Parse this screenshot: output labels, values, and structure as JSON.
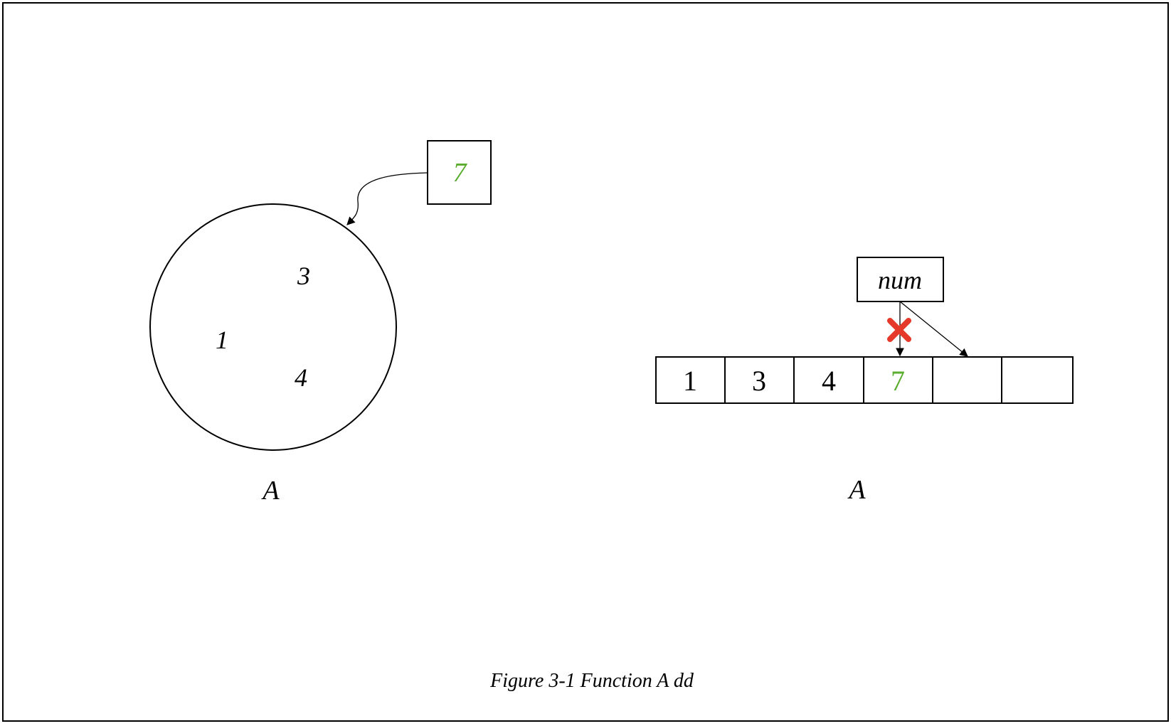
{
  "set_diagram": {
    "elements": [
      "3",
      "1",
      "4"
    ],
    "incoming_value": "7",
    "label": "A"
  },
  "array_diagram": {
    "pointer_label": "num",
    "cells": [
      "1",
      "3",
      "4",
      "7",
      "",
      ""
    ],
    "label": "A"
  },
  "caption": "Figure 3-1 Function A dd",
  "colors": {
    "highlight": "#5aad2e",
    "cross": "#e53a2a",
    "stroke": "#000000"
  }
}
